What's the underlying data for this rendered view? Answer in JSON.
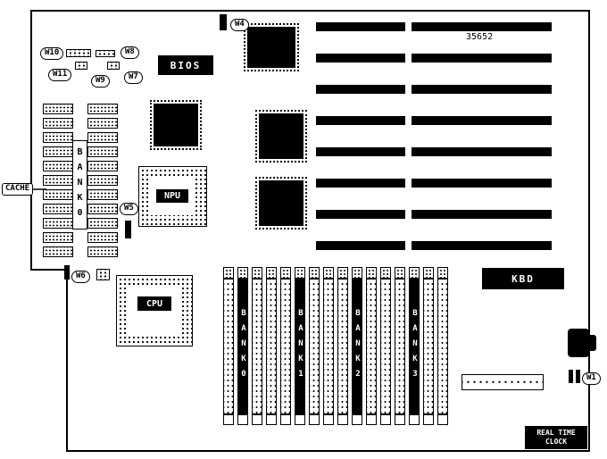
{
  "diagram": {
    "part_number": "35652",
    "cache_label": "CACHE",
    "bios_label": "BIOS",
    "npu_label": "NPU",
    "cpu_label": "CPU",
    "kbd_label": "KBD",
    "rtc_line1": "REAL TIME",
    "rtc_line2": "CLOCK",
    "cache_bank": "BANK0",
    "memory_banks": [
      "BANK0",
      "BANK1",
      "BANK2",
      "BANK3"
    ],
    "jumpers": {
      "w1": "W1",
      "w4": "W4",
      "w5": "W5",
      "w6": "W6",
      "w7": "W7",
      "w8": "W8",
      "w9": "W9",
      "w10": "W10",
      "w11": "W11"
    }
  }
}
